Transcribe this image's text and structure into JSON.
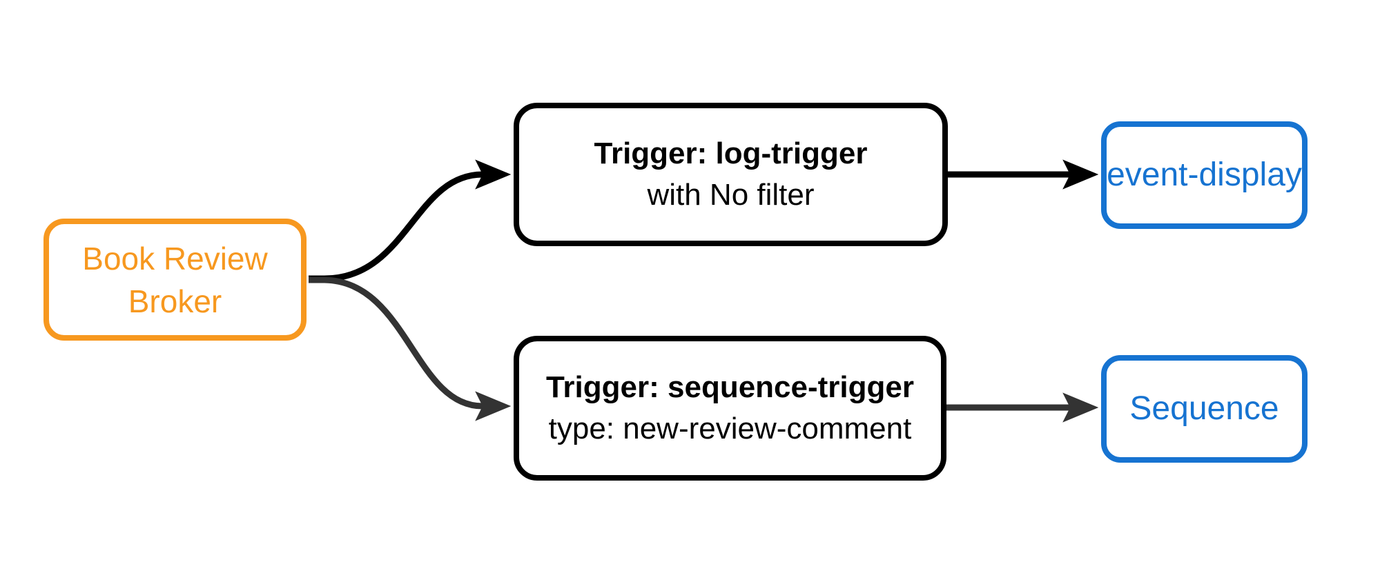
{
  "diagram": {
    "type": "flowchart",
    "direction": "left-to-right",
    "colors": {
      "broker_accent": "#f7981f",
      "sink_accent": "#1673d1",
      "edge_primary": "#000000",
      "edge_secondary": "#333333",
      "background": "#ffffff"
    },
    "nodes": {
      "broker": {
        "label": "Book Review Broker"
      },
      "log_trigger": {
        "title": "Trigger: log-trigger",
        "subtitle": "with No filter"
      },
      "sequence_trigger": {
        "title": "Trigger: sequence-trigger",
        "subtitle": "type: new-review-comment"
      },
      "event_display": {
        "label": "event-display"
      },
      "sequence": {
        "label": "Sequence"
      }
    },
    "edges": [
      {
        "from": "Book Review Broker",
        "to": "Trigger: log-trigger"
      },
      {
        "from": "Book Review Broker",
        "to": "Trigger: sequence-trigger"
      },
      {
        "from": "Trigger: log-trigger",
        "to": "event-display"
      },
      {
        "from": "Trigger: sequence-trigger",
        "to": "Sequence"
      }
    ]
  }
}
